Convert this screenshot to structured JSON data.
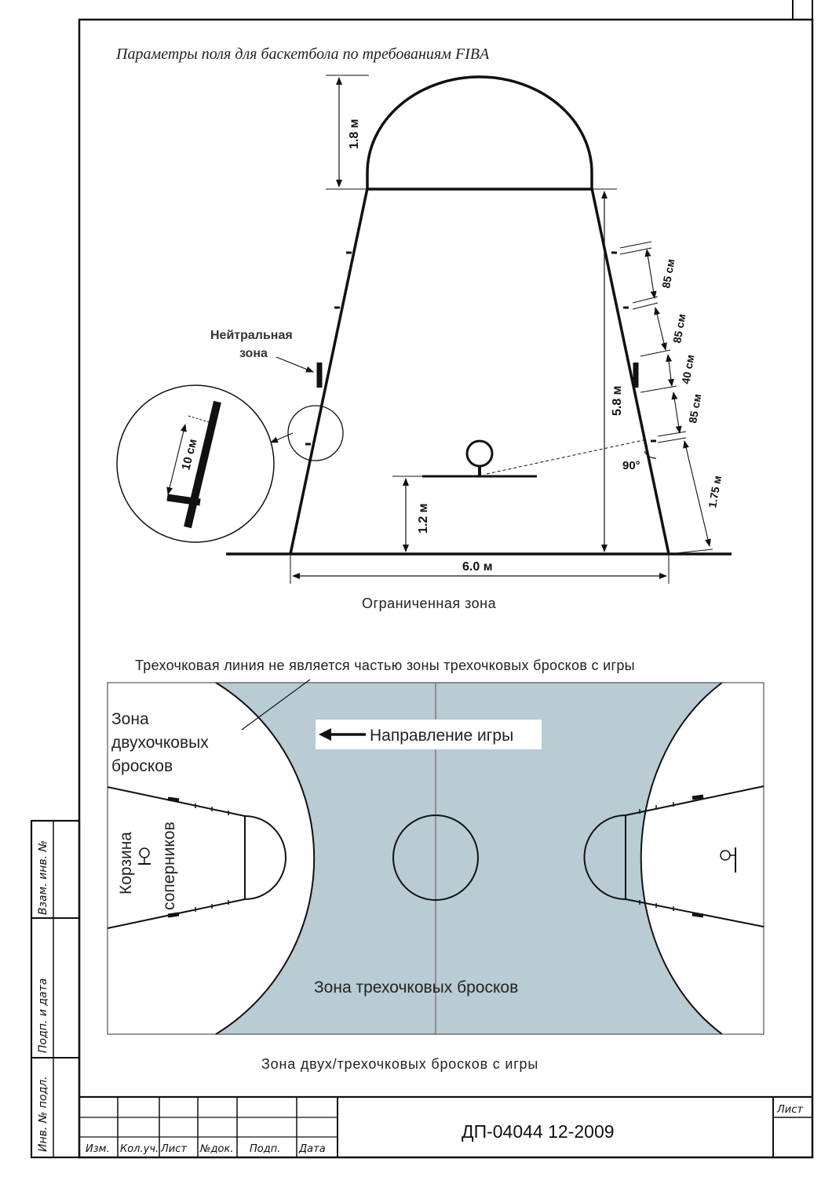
{
  "title": "Параметры поля для баскетбола по требованиям FIBA",
  "restricted_zone": {
    "dim_top_arc": "1.8 м",
    "dim_height": "5.8 м",
    "dim_backboard": "1.2 м",
    "dim_width": "6.0 м",
    "dim_85a": "85 см",
    "dim_85b": "85 см",
    "dim_40": "40 см",
    "dim_85c": "85 см",
    "dim_175": "1.75 м",
    "angle": "90°",
    "neutral_label_1": "Нейтральная",
    "neutral_label_2": "зона",
    "detail_dim": "10 см",
    "caption": "Ограниченная зона"
  },
  "court": {
    "note": "Трехочковая линия не является частью зоны трехочковых бросков с игры",
    "two_point_1": "Зона",
    "two_point_2": "двухочковых",
    "two_point_3": "бросков",
    "direction": "Направление игры",
    "basket_1": "Корзина",
    "basket_2": "соперников",
    "three_point": "Зона трехочковых бросков",
    "caption": "Зона двух/трехочковых бросков с игры",
    "fill_color": "#b9cbd3"
  },
  "frame": {
    "side_labels": [
      "Инв. № подл.",
      "Подп. и дата",
      "Взам. инв. №"
    ],
    "stamp_headers": [
      "Изм.",
      "Кол.уч.",
      "Лист",
      "№док.",
      "Подп.",
      "Дата"
    ],
    "doc_number": "ДП-04044 12-2009",
    "sheet_label": "Лист"
  }
}
